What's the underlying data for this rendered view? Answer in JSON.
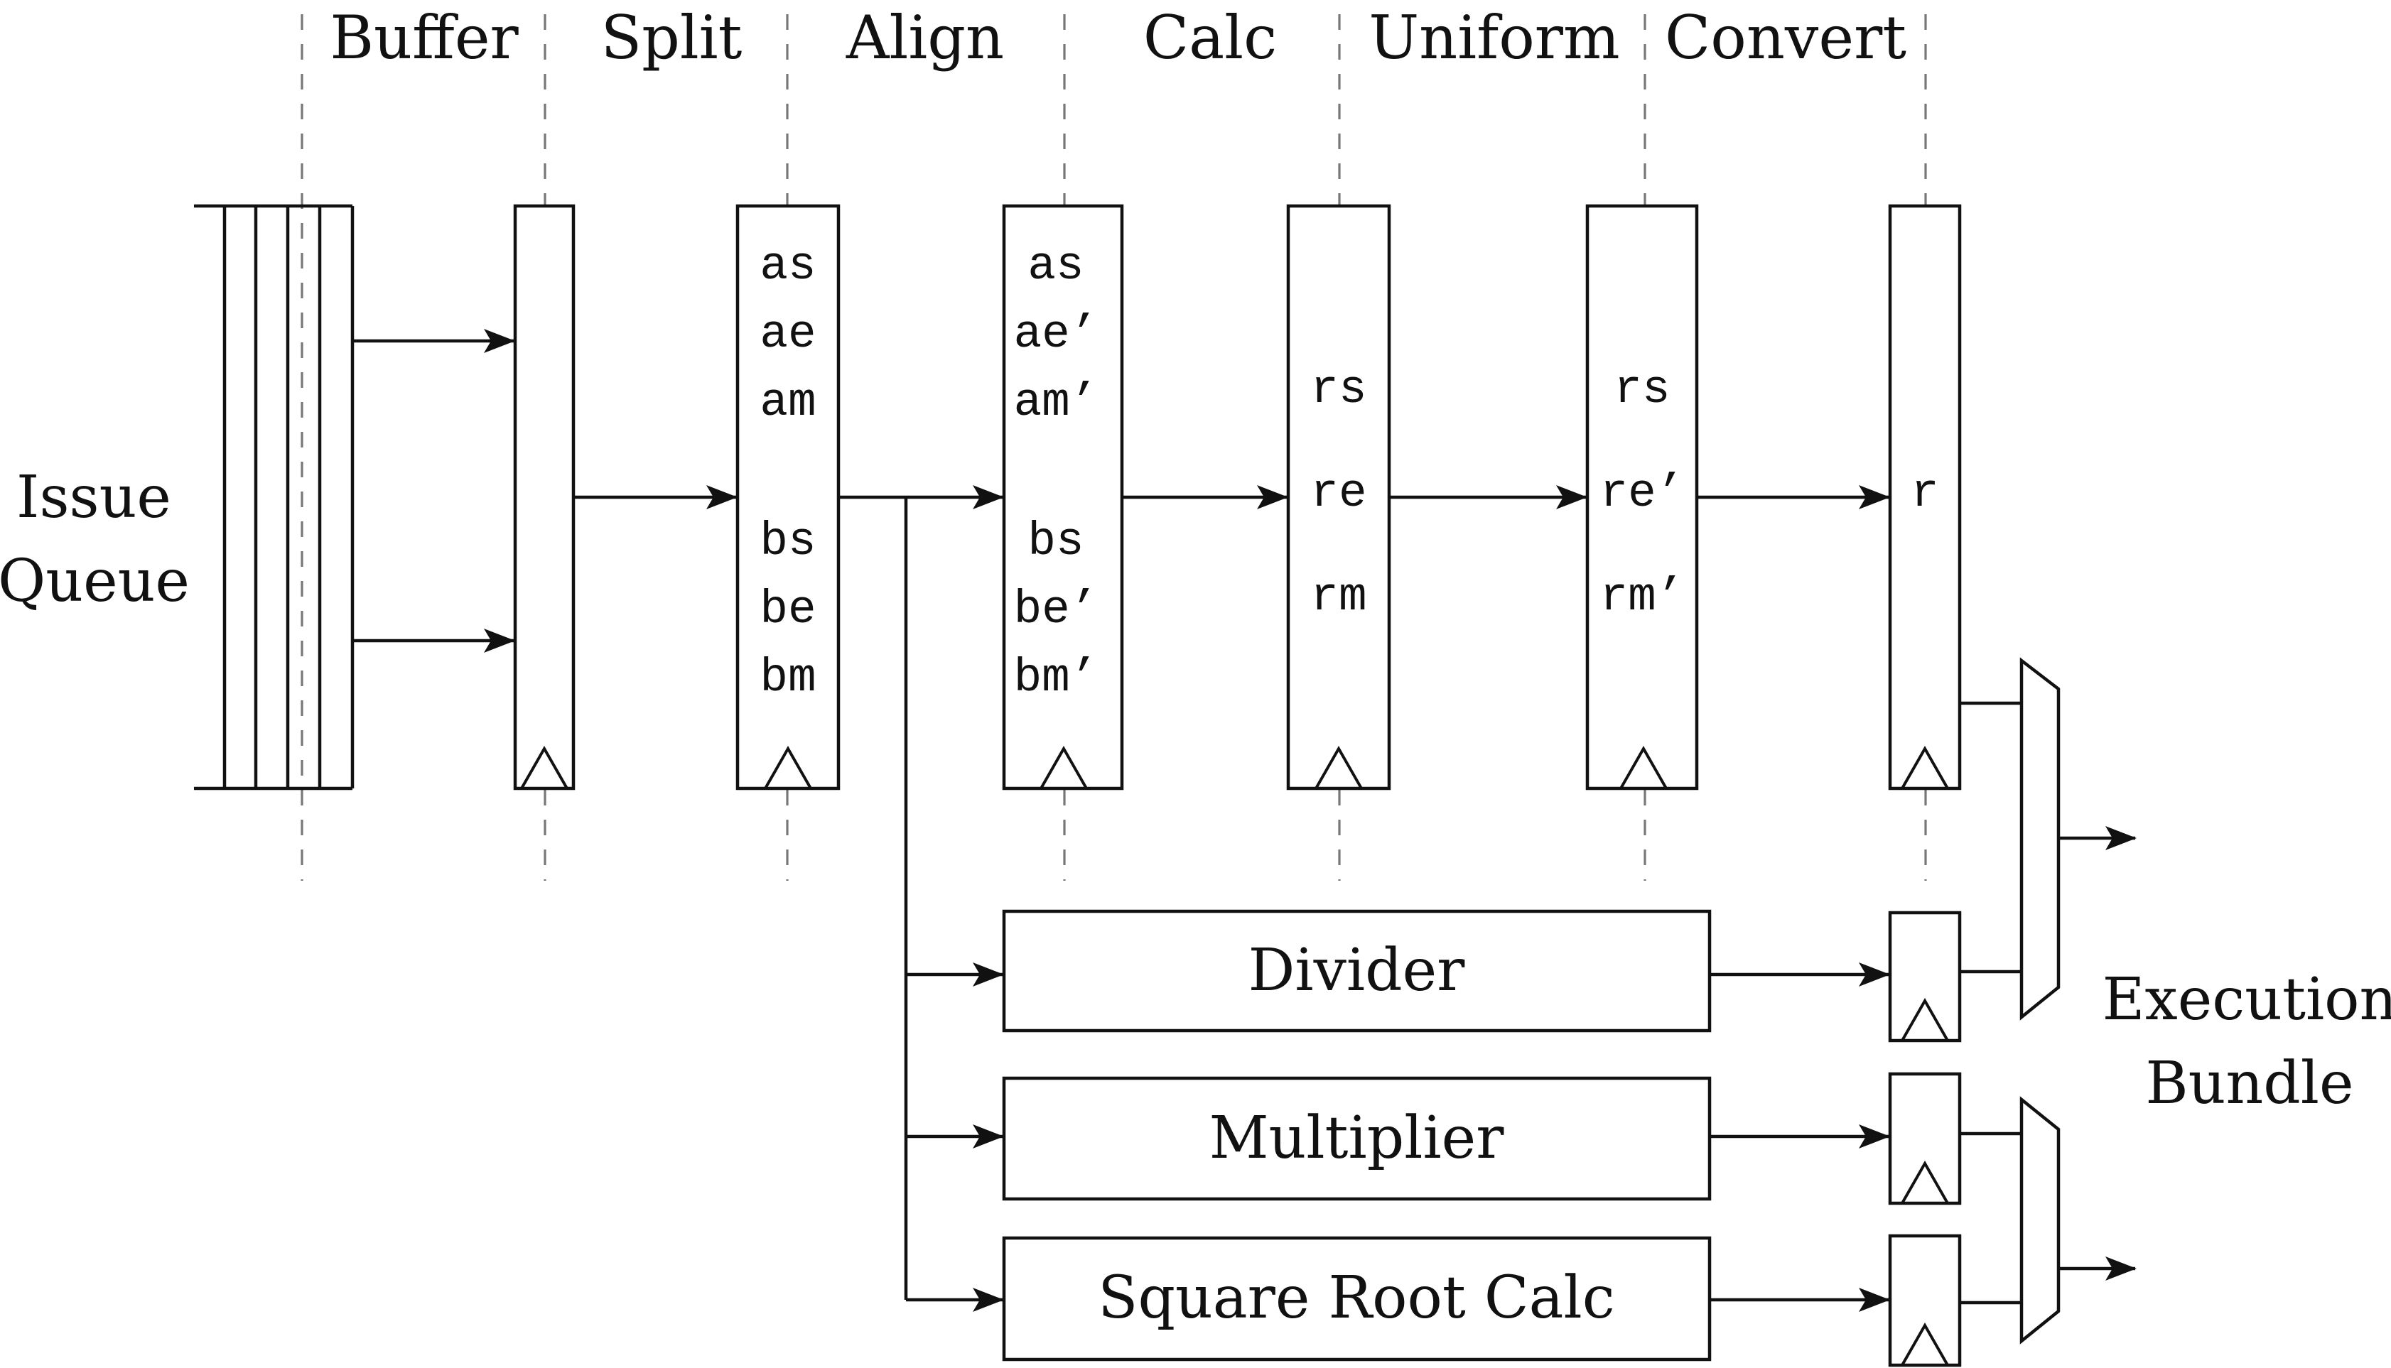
{
  "stages": [
    "Buffer",
    "Split",
    "Align",
    "Calc",
    "Uniform",
    "Convert"
  ],
  "issue_queue": [
    "Issue",
    "Queue"
  ],
  "execution_bundle": [
    "Execution",
    "Bundle"
  ],
  "registers": {
    "split": [
      "as",
      "ae",
      "am",
      "bs",
      "be",
      "bm"
    ],
    "align": [
      "as",
      "ae’",
      "am’",
      "bs",
      "be’",
      "bm’"
    ],
    "calc": [
      "rs",
      "re",
      "rm"
    ],
    "uniform": [
      "rs",
      "re’",
      "rm’"
    ],
    "convert": [
      "r"
    ]
  },
  "units": {
    "divider": "Divider",
    "multiplier": "Multiplier",
    "sqrt": "Square Root Calc"
  }
}
